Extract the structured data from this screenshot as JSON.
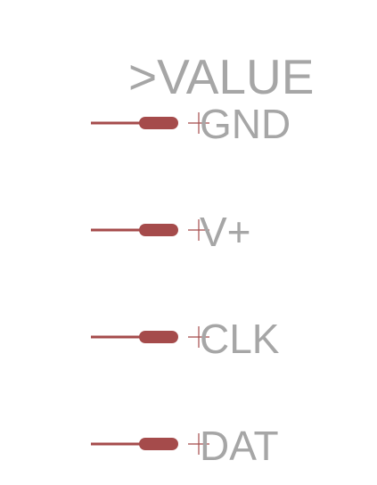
{
  "symbol": {
    "value_label": ">VALUE",
    "pins": [
      {
        "name": "GND"
      },
      {
        "name": "V+"
      },
      {
        "name": "CLK"
      },
      {
        "name": "DAT"
      }
    ]
  },
  "colors": {
    "pin": "#a54b4b",
    "text": "#a6a6a6",
    "background": "#ffffff"
  }
}
